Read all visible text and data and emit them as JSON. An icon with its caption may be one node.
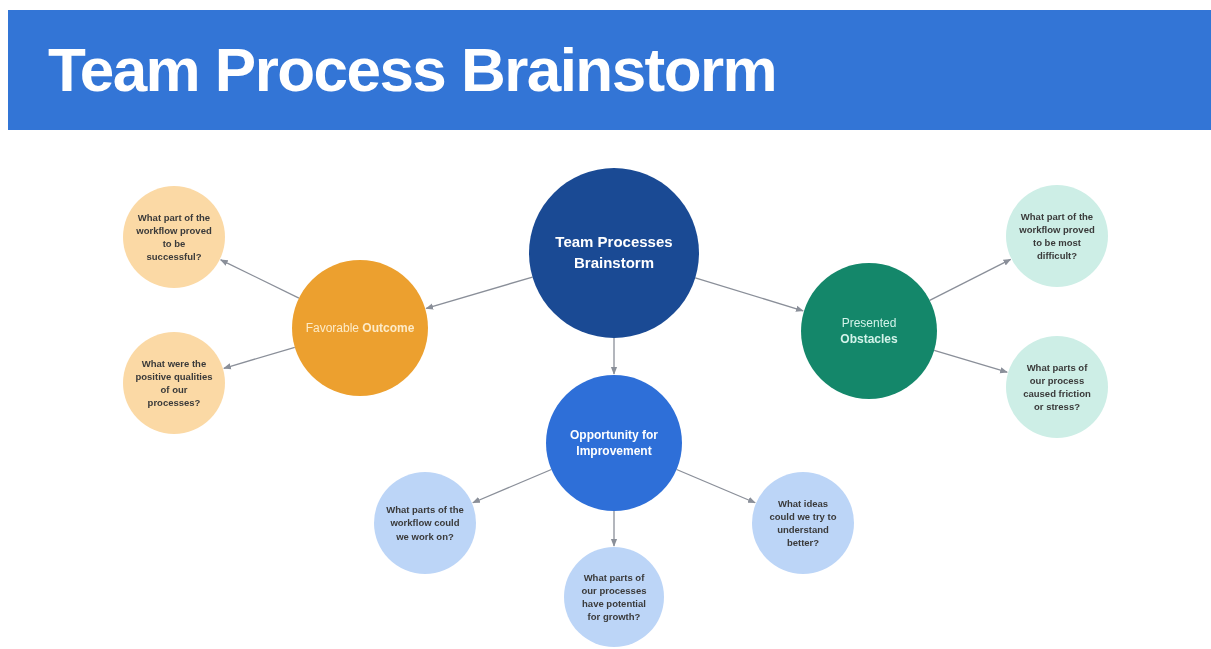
{
  "diagram": {
    "title": "Team Process Brainstorm",
    "nodes": [
      {
        "text": [
          "Team Processes Brainstorm"
        ]
      },
      {
        "text": [
          "Favorable **Outcome**"
        ]
      },
      {
        "text": [
          "What part of the workflow proved to be successful?"
        ]
      },
      {
        "text": [
          "What were the positive qualities of our processes?"
        ]
      },
      {
        "text": [
          "Presented **Obstacles**"
        ]
      },
      {
        "text": [
          "What part of the workflow proved to be most difficult?"
        ]
      },
      {
        "text": [
          "What parts of our process caused friction or stress?"
        ]
      },
      {
        "text": [
          "Opportunity for Improvement"
        ]
      },
      {
        "text": [
          "What parts of the workflow could we work on?"
        ]
      },
      {
        "text": [
          "What parts of our processes have potential for growth?"
        ]
      },
      {
        "text": [
          "What ideas could we try to understand better?"
        ]
      }
    ],
    "edges": [
      {
        "from": 0,
        "to": 1,
        "arrow": "to"
      },
      {
        "from": 1,
        "to": 2,
        "arrow": "to"
      },
      {
        "from": 1,
        "to": 3,
        "arrow": "to"
      },
      {
        "from": 0,
        "to": 4,
        "arrow": "to"
      },
      {
        "from": 4,
        "to": 5,
        "arrow": "to"
      },
      {
        "from": 4,
        "to": 6,
        "arrow": "to"
      },
      {
        "from": 0,
        "to": 7,
        "arrow": "to"
      },
      {
        "from": 7,
        "to": 8,
        "arrow": "to"
      },
      {
        "from": 7,
        "to": 9,
        "arrow": "to"
      },
      {
        "from": 7,
        "to": 10,
        "arrow": "to"
      }
    ]
  }
}
